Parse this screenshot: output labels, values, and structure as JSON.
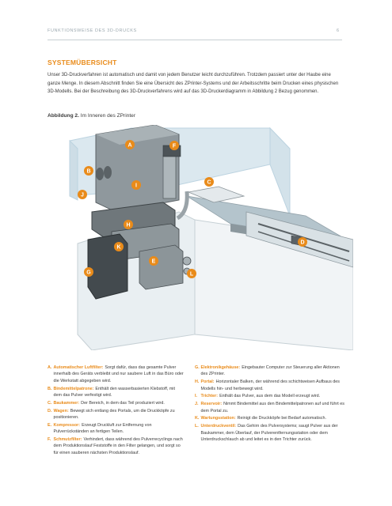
{
  "header": {
    "title": "FUNKTIONSWEISE DES 3D-DRUCKS",
    "page_number": "6"
  },
  "section": {
    "title": "SYSTEMÜBERSICHT",
    "intro": "Unser 3D-Druckverfahren ist automatisch und damit von jedem Benutzer leicht durchzuführen. Trotzdem passiert unter der Haube eine ganze Menge. In diesem Abschnitt finden Sie eine Übersicht des ZPrinter-Systems und der Arbeitsschritte beim Drucken eines physischen 3D-Modells. Bei der Beschreibung des 3D-Druckverfahrens wird auf das 3D-Druckerdiagramm in Abbildung 2 Bezug genommen."
  },
  "figure": {
    "caption_label": "Abbildung 2.",
    "caption_text": " Im Inneren des ZPrinter",
    "labels": [
      "A",
      "B",
      "C",
      "D",
      "E",
      "F",
      "G",
      "H",
      "I",
      "J",
      "K",
      "L"
    ],
    "colors": {
      "accent": "#e98b1a",
      "frame": "#bcd3e0",
      "body": "#9aa3a8",
      "dark": "#5b6266"
    }
  },
  "legend": {
    "left": [
      {
        "key": "A.",
        "name": "Automatischer Luftfilter:",
        "desc": "Sorgt dafür, dass das gesamte Pulver innerhalb des Geräts verbleibt und nur saubere Luft in das Büro oder die Werkstatt abgegeben wird."
      },
      {
        "key": "B.",
        "name": "Bindemittelpatrone:",
        "desc": "Enthält den wasserbasierten Klebstoff, mit dem das Pulver verfestigt wird."
      },
      {
        "key": "C.",
        "name": "Baukammer:",
        "desc": "Der Bereich, in dem das Teil produziert wird."
      },
      {
        "key": "D.",
        "name": "Wagen:",
        "desc": "Bewegt sich entlang des Portals, um die Druckköpfe zu positionieren."
      },
      {
        "key": "E.",
        "name": "Kompressor:",
        "desc": "Erzeugt Druckluft zur Entfernung von Pulverrückständen an fertigen Teilen."
      },
      {
        "key": "F.",
        "name": "Schmutzfilter:",
        "desc": "Verhindert, dass während des Pulverrecyclings nach dem Produktionslauf Feststoffe in den Filter gelangen, und sorgt so für einen sauberen nächsten Produktionslauf."
      }
    ],
    "right": [
      {
        "key": "G.",
        "name": "Elektronikgehäuse:",
        "desc": "Eingebauter Computer zur Steuerung aller Aktionen des ZPrinter."
      },
      {
        "key": "H.",
        "name": "Portal:",
        "desc": "Horizontaler Balken, der während des schichtweisen Aufbaus des Modells hin- und herbewegt wird."
      },
      {
        "key": "I.",
        "name": "Trichter:",
        "desc": "Enthält das Pulver, aus dem das Modell erzeugt wird."
      },
      {
        "key": "J.",
        "name": "Reservoir:",
        "desc": "Nimmt Bindemittel aus den Bindemittelpatronen auf und führt es dem Portal zu."
      },
      {
        "key": "K.",
        "name": "Wartungsstation:",
        "desc": "Reinigt die Druckköpfe bei Bedarf automatisch."
      },
      {
        "key": "L.",
        "name": "Unterdruckventil:",
        "desc": "Das Gehirn des Pulversystems; saugt Pulver aus der Baukammer, dem Überlauf, der Pulverentfernungsstation oder dem Unterdruckschlauch ab und leitet es in den Trichter zurück."
      }
    ]
  }
}
